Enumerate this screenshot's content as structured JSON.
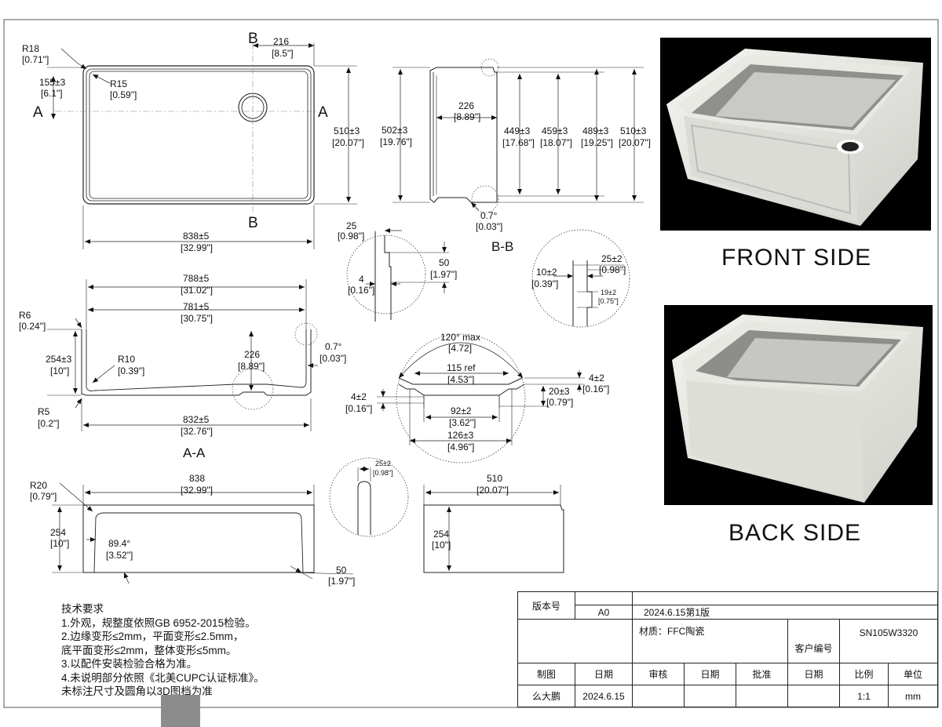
{
  "sections": {
    "aa": "A-A",
    "bb": "B-B",
    "cut_a": "A",
    "cut_b": "B"
  },
  "top_view": {
    "r18": "R18",
    "r18_in": "[0.71\"]",
    "d155": "155±3",
    "d155_in": "[6.1\"]",
    "r15": "R15",
    "r15_in": "[0.59\"]",
    "d216": "216",
    "d216_in": "[8.5\"]",
    "d510": "510±3",
    "d510_in": "[20.07\"]",
    "d838": "838±5",
    "d838_in": "[32.99\"]"
  },
  "bb_view": {
    "d502": "502±3",
    "d502_in": "[19.76\"]",
    "d226": "226",
    "d226_in": "[8.89\"]",
    "d449": "449±3",
    "d449_in": "[17.68\"]",
    "d459": "459±3",
    "d459_in": "[18.07\"]",
    "d489": "489±3",
    "d489_in": "[19.25\"]",
    "d510": "510±3",
    "d510_in": "[20.07\"]",
    "ang": "0.7°",
    "ang_in": "[0.03\"]"
  },
  "detail_top": {
    "d25": "25",
    "d25_in": "[0.98\"]",
    "d50": "50",
    "d50_in": "[1.97\"]",
    "d4": "4",
    "d4_in": "[0.16\"]"
  },
  "detail_right": {
    "d10": "10±2",
    "d10_in": "[0.39\"]",
    "d25": "25±2",
    "d25_in": "[0.98\"]",
    "d19": "19±2",
    "d19_in": "[0.75\"]"
  },
  "aa_view": {
    "d788": "788±5",
    "d788_in": "[31.02\"]",
    "d781": "781±5",
    "d781_in": "[30.75\"]",
    "r6": "R6",
    "r6_in": "[0.24\"]",
    "d254": "254±3",
    "d254_in": "[10\"]",
    "r10": "R10",
    "r10_in": "[0.39\"]",
    "d226": "226",
    "d226_in": "[8.89\"]",
    "ang": "0.7°",
    "ang_in": "[0.03\"]",
    "r5": "R5",
    "r5_in": "[0.2\"]",
    "d832": "832±5",
    "d832_in": "[32.76\"]"
  },
  "drain_detail": {
    "ang": "120° max",
    "ang_in": "[4.72]",
    "d115": "115 ref",
    "d115_in": "[4.53\"]",
    "d4a": "4±2",
    "d4a_in": "[0.16\"]",
    "d4b": "4±2",
    "d4b_in": "[0.16\"]",
    "d20": "20±3",
    "d20_in": "[0.79\"]",
    "d92": "92±2",
    "d92_in": "[3.62\"]",
    "d126": "126±3",
    "d126_in": "[4.96\"]"
  },
  "front_view": {
    "r20": "R20",
    "r20_in": "[0.79\"]",
    "d838": "838",
    "d838_in": "[32.99\"]",
    "d254": "254",
    "d254_in": "[10\"]",
    "ang": "89.4°",
    "ang_in": "[3.52\"]",
    "d50": "50",
    "d50_in": "[1.97\"]"
  },
  "detail_bottom": {
    "d25": "25±2",
    "d25_in": "[0.98\"]"
  },
  "side_view": {
    "d510": "510",
    "d510_in": "[20.07\"]",
    "d254": "254",
    "d254_in": "[10\"]"
  },
  "photos": {
    "front": "FRONT  SIDE",
    "back": "BACK  SIDE"
  },
  "notes": [
    "技术要求",
    "1.外观，规整度依照GB 6952-2015检验。",
    "2.边缘变形≤2mm，平面变形≤2.5mm，",
    "底平面变形≤2mm，整体变形≤5mm。",
    "3.以配件安装检验合格为准。",
    "4.未说明部分依照《北美CUPC认证标准》。",
    "未标注尺寸及圆角以3D图档为准"
  ],
  "title_block": {
    "version_label": "版本号",
    "version": "A0",
    "version_date": "2024.6.15第1版",
    "material": "材质：FFC陶瓷",
    "customer_label": "客户编号",
    "part_no": "SN105W3320",
    "drawn_label": "制图",
    "date_label": "日期",
    "review_label": "审核",
    "date_label2": "日期",
    "approve_label": "批准",
    "date_label3": "日期",
    "scale_label": "比例",
    "unit_label": "单位",
    "drawn_by": "么大鹏",
    "drawn_date": "2024.6.15",
    "scale": "1:1",
    "unit": "mm"
  }
}
